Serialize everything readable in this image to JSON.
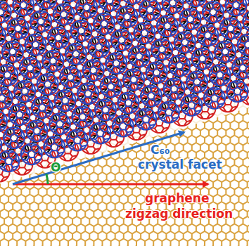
{
  "diagram": {
    "labels": [
      "C₆₀",
      "crystal facet",
      "graphene",
      "zigzag direction",
      "Θ"
    ]
  }
}
